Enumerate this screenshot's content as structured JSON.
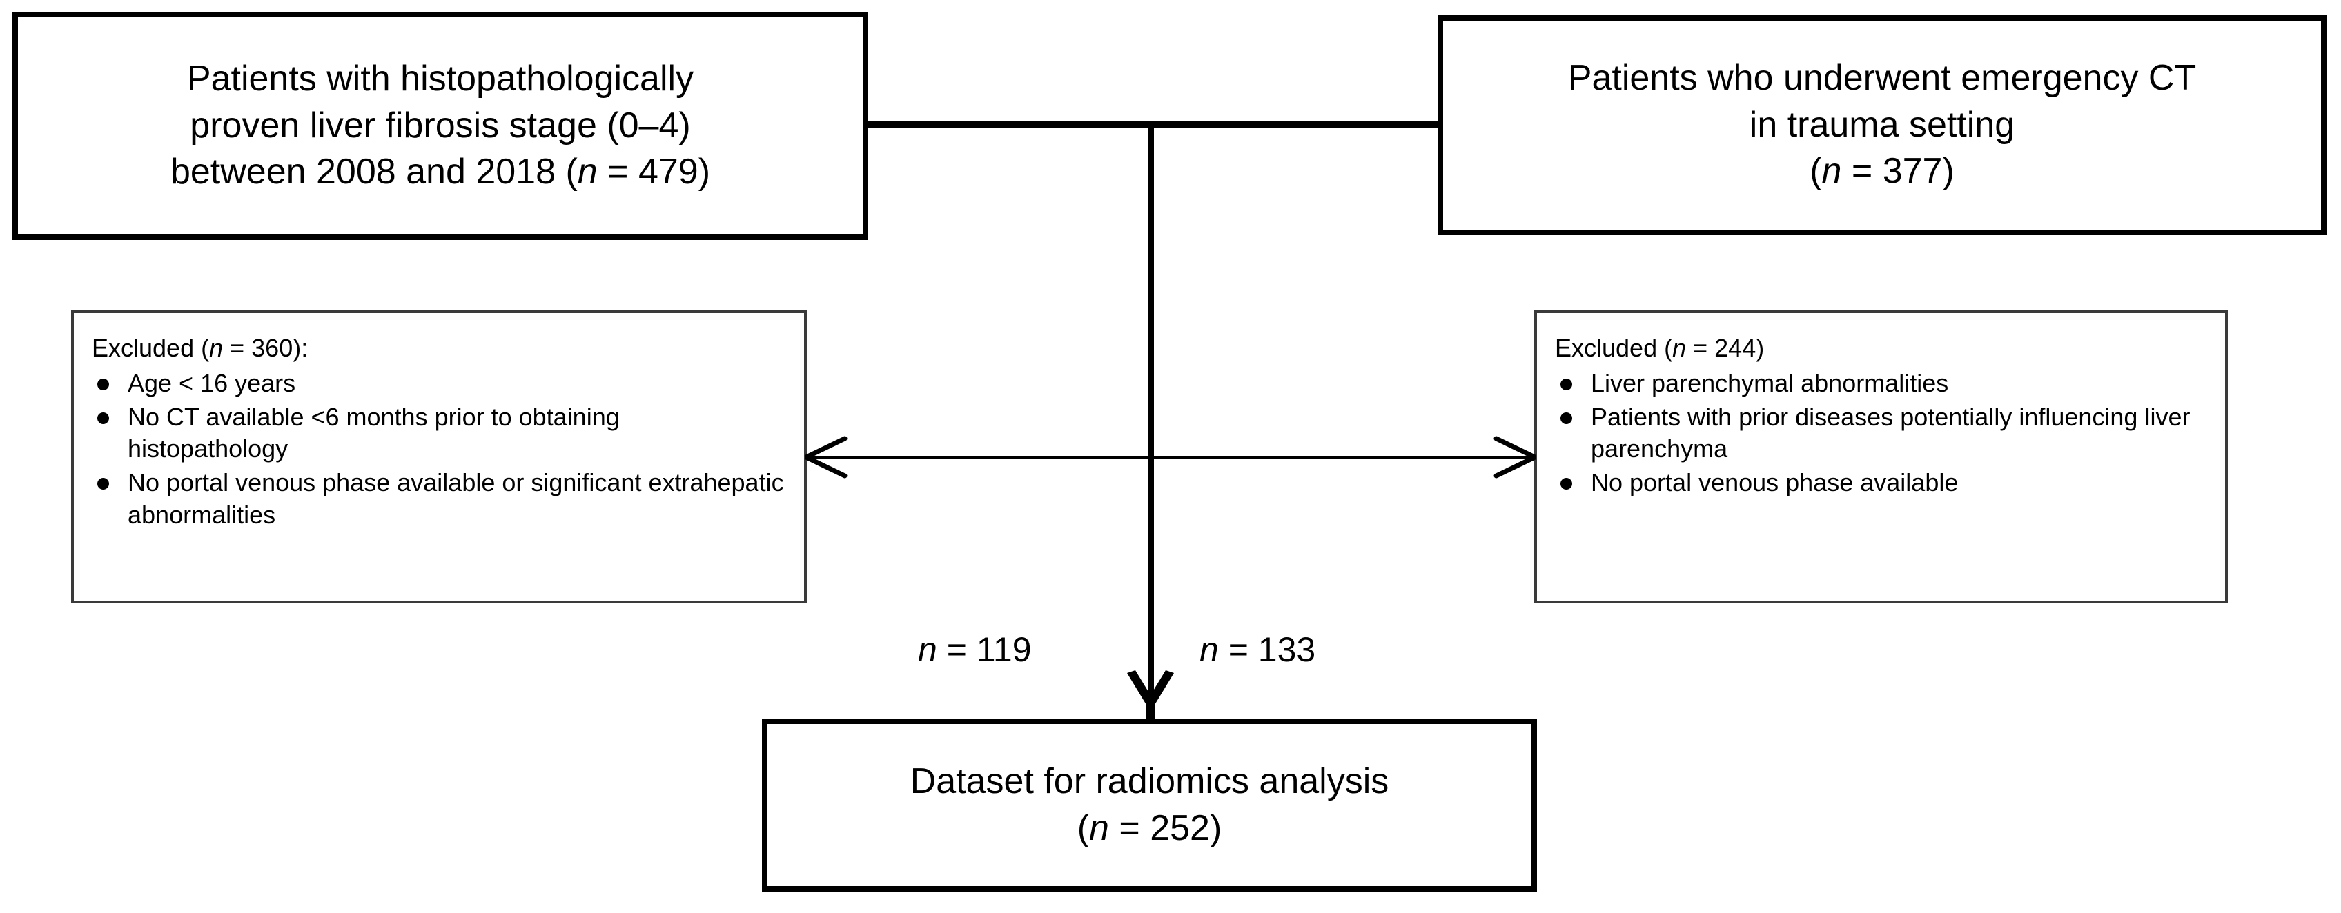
{
  "figure": {
    "type": "flowchart",
    "title": "Patient selection flowchart for radiomics dataset",
    "colors": {
      "background": "#ffffff",
      "thick_border": "#000000",
      "thin_border": "#3a3a3a",
      "text": "#000000"
    }
  },
  "source_left": {
    "name": "histopathology-cohort",
    "line1": "Patients with histopathologically",
    "line2": "proven liver fibrosis stage (0–4)",
    "line3_prefix": "between 2008 and 2018 (",
    "line3_n": "n",
    "line3_suffix": " = 479)",
    "count": 479
  },
  "source_right": {
    "name": "trauma-ct-cohort",
    "line1": "Patients who underwent emergency CT",
    "line2": "in trauma setting",
    "line3_prefix": "(",
    "line3_n": "n",
    "line3_suffix": " = 377)",
    "count": 377
  },
  "exclusion_left": {
    "name": "exclusions-histopathology",
    "title_prefix": "Excluded (",
    "title_n": "n",
    "title_suffix": " = 360):",
    "count": 360,
    "items": [
      "Age < 16 years",
      "No CT available <6 months prior to obtaining histopathology",
      "No portal venous phase available or significant extrahepatic abnormalities"
    ]
  },
  "exclusion_right": {
    "name": "exclusions-trauma",
    "title_prefix": "Excluded (",
    "title_n": "n",
    "title_suffix": " = 244)",
    "count": 244,
    "items": [
      "Liver parenchymal abnormalities",
      "Patients with prior diseases potentially influencing liver parenchyma",
      "No portal venous phase available"
    ]
  },
  "flow_labels": {
    "left_n": "n",
    "left_value": " = 119",
    "right_n": "n",
    "right_value": " = 133",
    "left_count": 119,
    "right_count": 133
  },
  "result": {
    "name": "final-dataset",
    "line1": "Dataset for radiomics analysis",
    "line2_prefix": "(",
    "line2_n": "n",
    "line2_suffix": " = 252)",
    "count": 252
  },
  "chart_data": {
    "type": "table",
    "title": "Patient selection flowchart for radiomics dataset",
    "nodes": [
      {
        "id": "histopathology-cohort",
        "label": "Patients with histopathologically proven liver fibrosis stage (0–4) between 2008 and 2018",
        "n": 479
      },
      {
        "id": "trauma-ct-cohort",
        "label": "Patients who underwent emergency CT in trauma setting",
        "n": 377
      },
      {
        "id": "exclusions-histopathology",
        "label": "Excluded",
        "n": 360
      },
      {
        "id": "exclusions-trauma",
        "label": "Excluded",
        "n": 244
      },
      {
        "id": "final-dataset",
        "label": "Dataset for radiomics analysis",
        "n": 252
      }
    ],
    "edges": [
      {
        "from": "histopathology-cohort",
        "to": "final-dataset",
        "n": 119
      },
      {
        "from": "trauma-ct-cohort",
        "to": "final-dataset",
        "n": 133
      }
    ]
  }
}
